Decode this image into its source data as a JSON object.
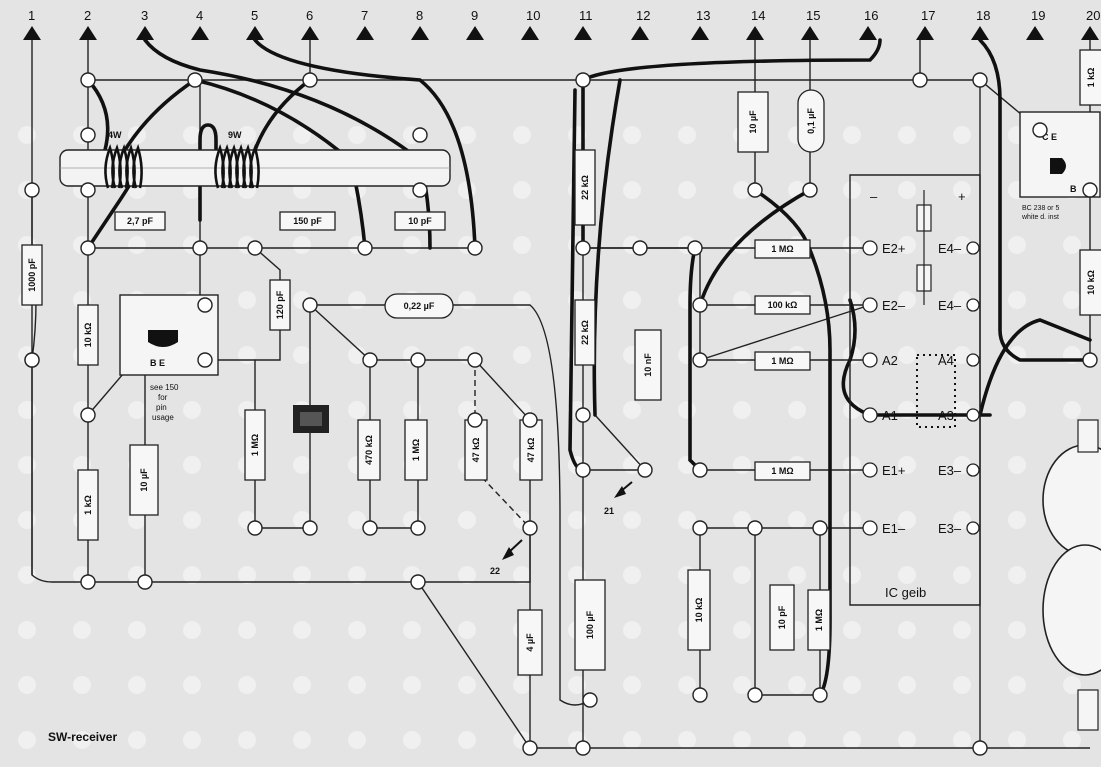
{
  "title": "SW-receiver",
  "column_numbers": [
    "1",
    "2",
    "3",
    "4",
    "5",
    "6",
    "7",
    "8",
    "9",
    "10",
    "11",
    "12",
    "13",
    "14",
    "15",
    "16",
    "17",
    "18",
    "19",
    "20"
  ],
  "coils": {
    "left": "4W",
    "right": "9W"
  },
  "capacitors": {
    "c_2_7": "2,7 pF",
    "c_150": "150 pF",
    "c_10_top": "10 pF",
    "c_1000_left": "1000 pF",
    "c_120": "120 pF",
    "c_0_22": "0,22 µF",
    "c_10uf_top": "10 µF",
    "c_0_1": "0,1 µF",
    "c_10uf_left": "10 µF",
    "c_10nf": "10 nF",
    "c_100uf": "100 µF",
    "c_4uf": "4 µF",
    "c_10pf_low": "10 pF"
  },
  "resistors": {
    "r_10k_a": "10 kΩ",
    "r_1k_a": "1 kΩ",
    "r_1m_vert": "1 MΩ",
    "r_22k_a": "22 kΩ",
    "r_22k_b": "22 kΩ",
    "r_1m_1": "1 MΩ",
    "r_100k": "100 kΩ",
    "r_1m_2": "1 MΩ",
    "r_1m_3": "1 MΩ",
    "r_10k_low": "10 kΩ",
    "r_1m_low": "1 MΩ",
    "r_10k_right": "10 kΩ",
    "r_1k_right": "1 kΩ",
    "r_47k_dash": "47 kΩ",
    "r_47k": "47 kΩ",
    "r_1m_c": "1 MΩ",
    "r_470k": "470 kΩ"
  },
  "transistor_note": [
    "see 150",
    "for",
    "pin",
    "usage"
  ],
  "transistor_pins": "B  E",
  "transistor_right_pins": "C  E",
  "transistor_right_b": "B",
  "transistor_right_note": [
    "BC 238 or 5",
    "white d. inst"
  ],
  "ic": {
    "footer": "IC geib",
    "minus_top": "–",
    "plus_top": "+",
    "left_pins": [
      "E2+",
      "E2–",
      "A2",
      "A1",
      "E1+",
      "E1–"
    ],
    "right_pins": [
      "E4–",
      "E4–",
      "A4",
      "A3",
      "E3–",
      "E3–"
    ]
  },
  "markers": {
    "m21": "21",
    "m22": "22"
  }
}
